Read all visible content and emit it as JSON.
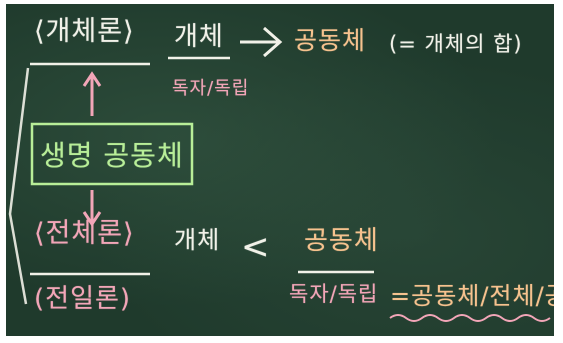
{
  "board": {
    "top_left": {
      "concept": "⟨개체론⟩",
      "term": "개체",
      "term_note": "독자/독립",
      "result": "공동체",
      "equals_note": "(= 개체의 합)"
    },
    "middle": {
      "concept": "생명 공동체"
    },
    "bottom": {
      "concept": "⟨전체론⟩",
      "concept_alt": "(전일론)",
      "term": "개체",
      "comparison": "<",
      "result_term": "공동체",
      "result_note": "독자/독립",
      "result": "=공동체/전체/공"
    }
  },
  "colors": {
    "board": "#1f3a2c",
    "chalk_white": "#f1f1e8",
    "chalk_pink": "#f2a6b8",
    "chalk_green": "#b8ee98",
    "chalk_orange": "#f6c28e"
  }
}
